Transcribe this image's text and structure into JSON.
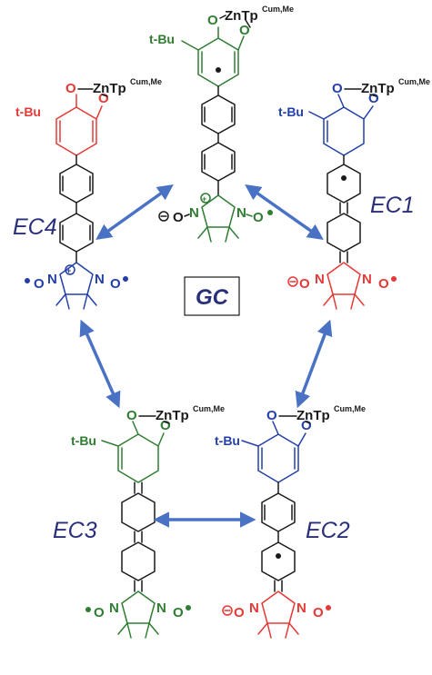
{
  "colors": {
    "green": "#2f7d32",
    "red": "#e53935",
    "blue": "#2340a8",
    "black": "#1a1a1a",
    "navy": "#2a2f7a",
    "arrow": "#4a72c4"
  },
  "labels": {
    "zn": "ZnTp",
    "zn_sup": "Cum,Me",
    "tbu": "t-Bu",
    "o": "O",
    "n": "N",
    "o_minus": "-O",
    "o_right": "N-O",
    "ec1": "EC1",
    "ec2": "EC2",
    "ec3": "EC3",
    "ec4": "EC4",
    "gc": "GC"
  }
}
